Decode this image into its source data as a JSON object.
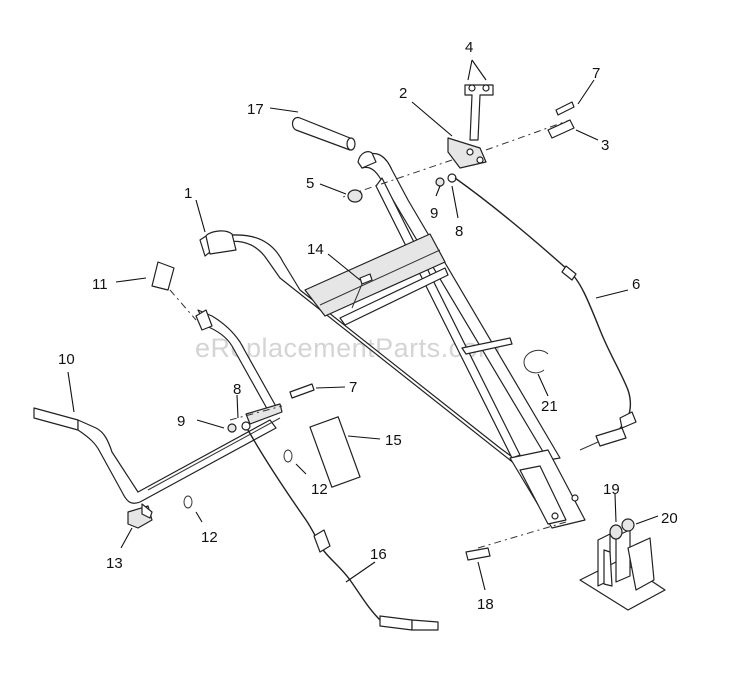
{
  "watermark": "eReplacementParts.com",
  "callouts": {
    "c1": "1",
    "c2": "2",
    "c3": "3",
    "c4": "4",
    "c5": "5",
    "c6": "6",
    "c7a": "7",
    "c7b": "7",
    "c8a": "8",
    "c8b": "8",
    "c9a": "9",
    "c9b": "9",
    "c10": "10",
    "c11": "11",
    "c12a": "12",
    "c12b": "12",
    "c13": "13",
    "c14": "14",
    "c15": "15",
    "c16": "16",
    "c17": "17",
    "c18": "18",
    "c19": "19",
    "c20": "20",
    "c21": "21"
  }
}
